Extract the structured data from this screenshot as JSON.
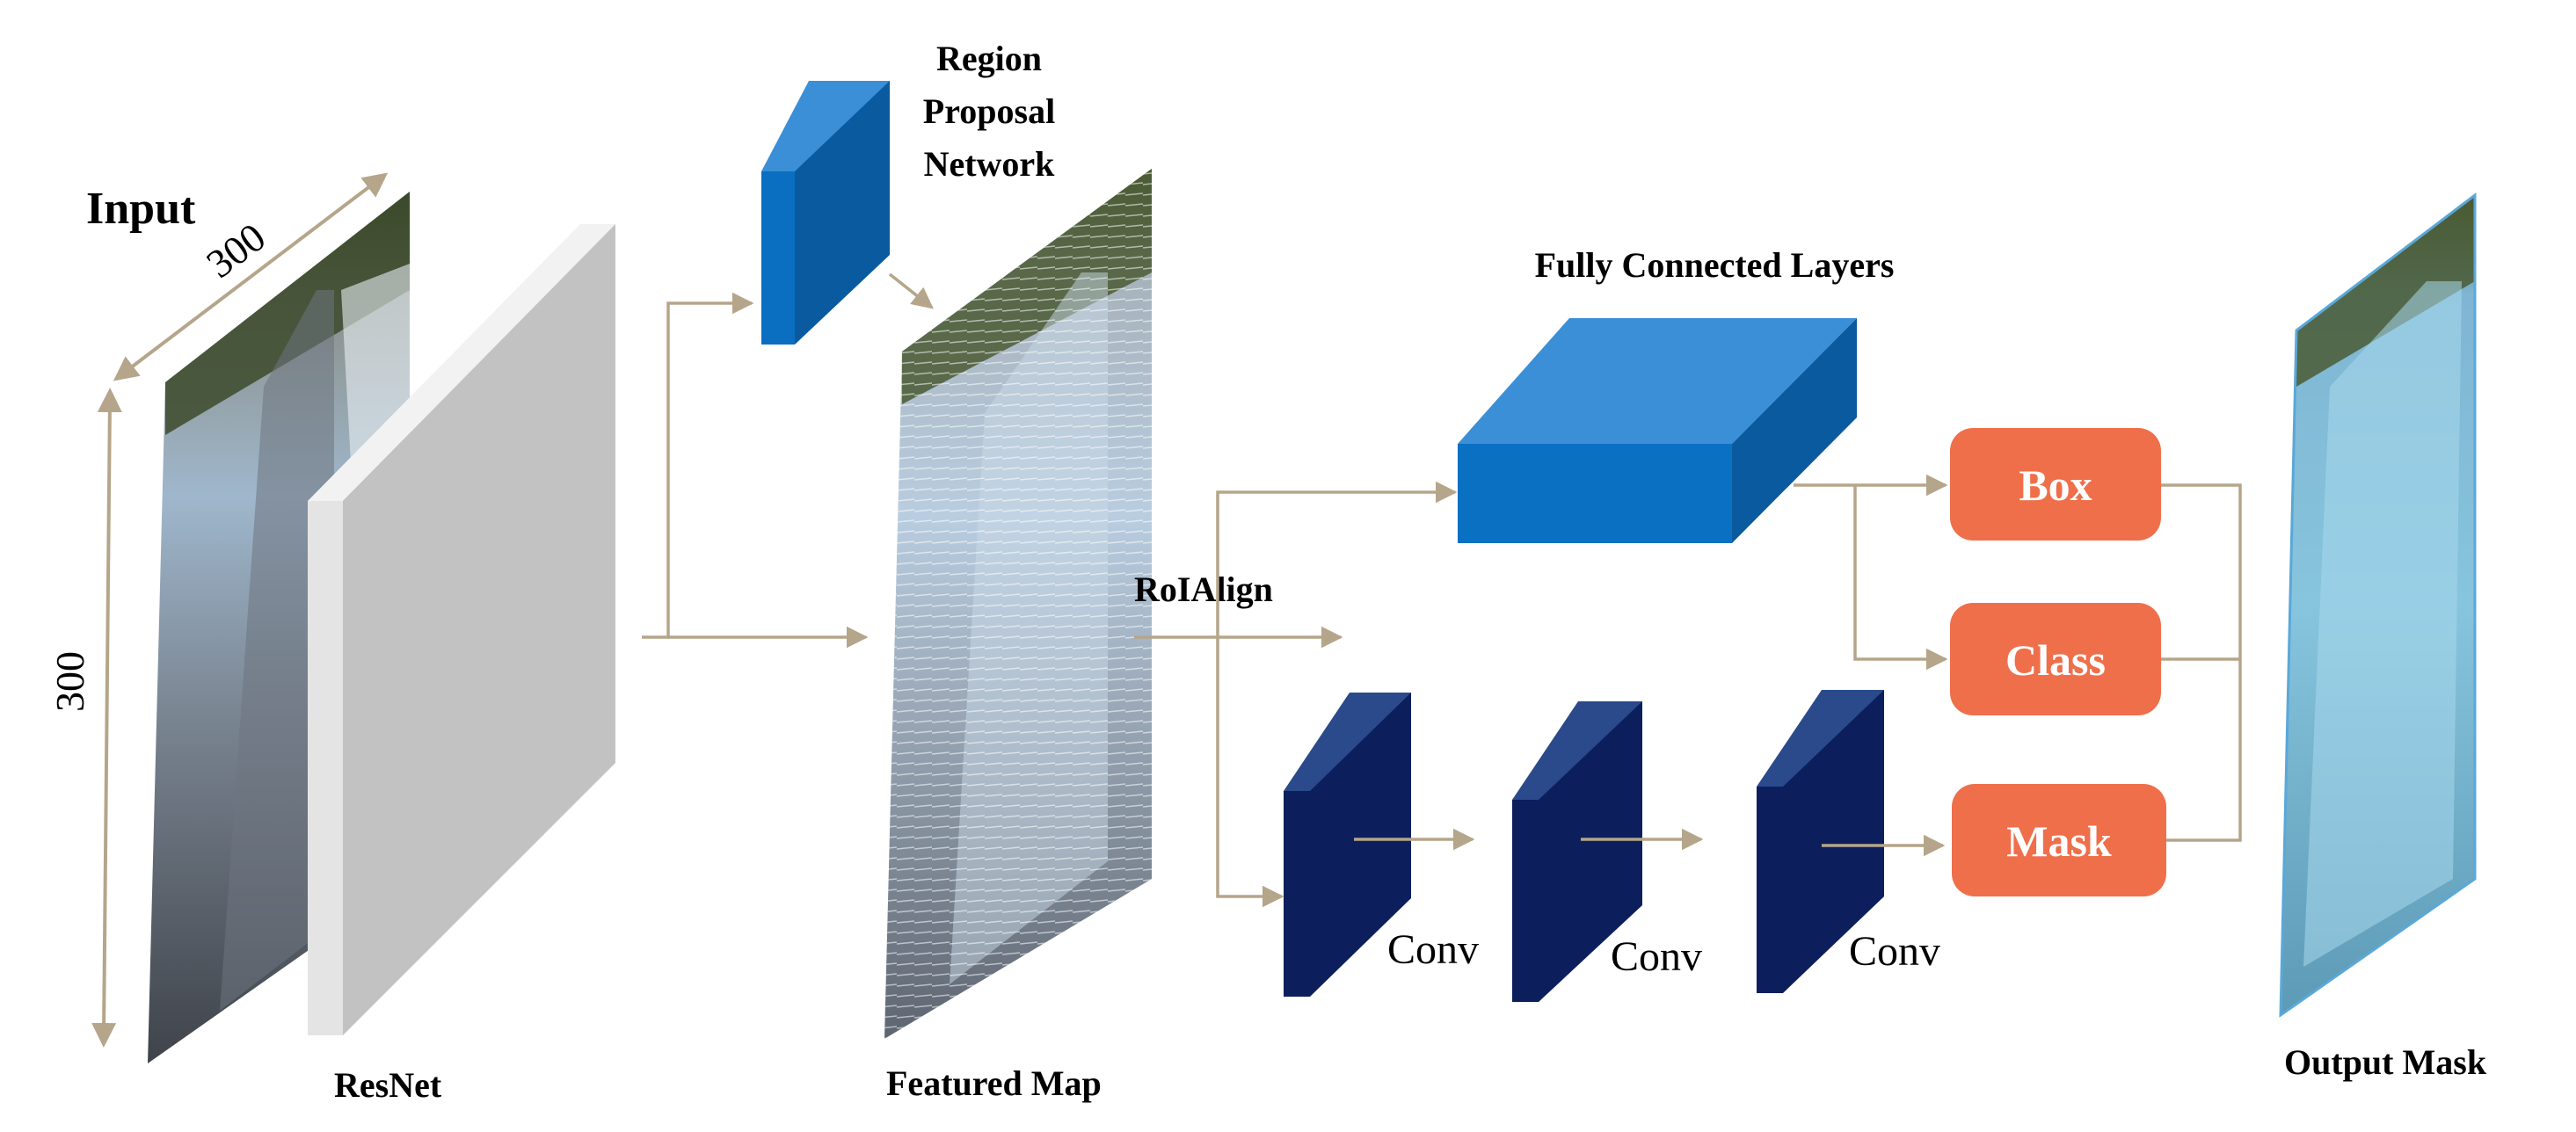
{
  "labels": {
    "input": "Input",
    "dim_width": "300",
    "dim_height": "300",
    "resnet": "ResNet",
    "rpn_line1": "Region",
    "rpn_line2": "Proposal",
    "rpn_line3": "Network",
    "featured_map": "Featured Map",
    "roialign": "RoIAlign",
    "fc_layers": "Fully Connected Layers",
    "conv1": "Conv",
    "conv2": "Conv",
    "conv3": "Conv",
    "box": "Box",
    "class": "Class",
    "mask": "Mask",
    "output_mask": "Output Mask"
  },
  "colors": {
    "arrow": "#b5a58a",
    "roialign_text": "#7a5a33",
    "fc_front": "#0a70c2",
    "fc_top": "#3a8fd6",
    "fc_side": "#0a5aa0",
    "rpn_front": "#0a6fc0",
    "conv_front": "#0c1f5c",
    "conv_side": "#1a3578",
    "output_box": "#ef6f4b",
    "resnet_front": "#c2c2c2",
    "resnet_side": "#e4e4e4"
  }
}
